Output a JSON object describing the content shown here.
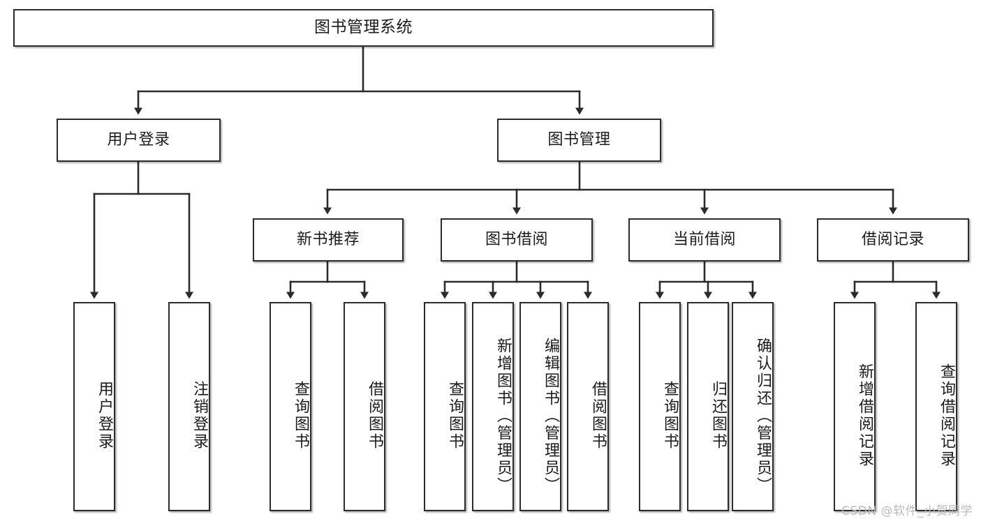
{
  "diagram": {
    "title": "图书管理系统",
    "type": "tree",
    "watermark": "CSDN @软件_小贺同学",
    "edge_color": "#2b2b2b",
    "node_border_color": "#2b2b2b",
    "node_fill_color": "#ffffff",
    "text_color": "#1b1b1b"
  },
  "nodes": {
    "root": {
      "label": "图书管理系统",
      "level": 1,
      "orientation": "horizontal"
    },
    "user_login": {
      "label": "用户登录",
      "level": 2,
      "orientation": "horizontal"
    },
    "book_manage": {
      "label": "图书管理",
      "level": 2,
      "orientation": "horizontal"
    },
    "new_book_rec": {
      "label": "新书推荐",
      "level": 3,
      "orientation": "horizontal"
    },
    "book_borrow": {
      "label": "图书借阅",
      "level": 3,
      "orientation": "horizontal"
    },
    "current_borrow": {
      "label": "当前借阅",
      "level": 3,
      "orientation": "horizontal"
    },
    "borrow_record": {
      "label": "借阅记录",
      "level": 3,
      "orientation": "horizontal"
    },
    "leaf_user_login": {
      "label": "用户登录",
      "level": 4,
      "orientation": "vertical"
    },
    "leaf_logout": {
      "label": "注销登录",
      "level": 4,
      "orientation": "vertical"
    },
    "leaf_query_book_1": {
      "label": "查询图书",
      "level": 4,
      "orientation": "vertical"
    },
    "leaf_borrow_book_1": {
      "label": "借阅图书",
      "level": 4,
      "orientation": "vertical"
    },
    "leaf_query_book_2": {
      "label": "查询图书",
      "level": 4,
      "orientation": "vertical"
    },
    "leaf_add_book": {
      "label": "新增图书（管理员）",
      "level": 4,
      "orientation": "vertical"
    },
    "leaf_edit_book": {
      "label": "编辑图书（管理员）",
      "level": 4,
      "orientation": "vertical"
    },
    "leaf_borrow_book_2": {
      "label": "借阅图书",
      "level": 4,
      "orientation": "vertical"
    },
    "leaf_query_book_3": {
      "label": "查询图书",
      "level": 4,
      "orientation": "vertical"
    },
    "leaf_return_book": {
      "label": "归还图书",
      "level": 4,
      "orientation": "vertical"
    },
    "leaf_confirm_return": {
      "label": "确认归还（管理员）",
      "level": 4,
      "orientation": "vertical"
    },
    "leaf_add_record": {
      "label": "新增借阅记录",
      "level": 4,
      "orientation": "vertical"
    },
    "leaf_query_record": {
      "label": "查询借阅记录",
      "level": 4,
      "orientation": "vertical"
    }
  },
  "edges": [
    {
      "from": "root",
      "to": "user_login"
    },
    {
      "from": "root",
      "to": "book_manage"
    },
    {
      "from": "user_login",
      "to": "leaf_user_login"
    },
    {
      "from": "user_login",
      "to": "leaf_logout"
    },
    {
      "from": "book_manage",
      "to": "new_book_rec"
    },
    {
      "from": "book_manage",
      "to": "book_borrow"
    },
    {
      "from": "book_manage",
      "to": "current_borrow"
    },
    {
      "from": "book_manage",
      "to": "borrow_record"
    },
    {
      "from": "new_book_rec",
      "to": "leaf_query_book_1"
    },
    {
      "from": "new_book_rec",
      "to": "leaf_borrow_book_1"
    },
    {
      "from": "book_borrow",
      "to": "leaf_query_book_2"
    },
    {
      "from": "book_borrow",
      "to": "leaf_add_book"
    },
    {
      "from": "book_borrow",
      "to": "leaf_edit_book"
    },
    {
      "from": "book_borrow",
      "to": "leaf_borrow_book_2"
    },
    {
      "from": "current_borrow",
      "to": "leaf_query_book_3"
    },
    {
      "from": "current_borrow",
      "to": "leaf_return_book"
    },
    {
      "from": "current_borrow",
      "to": "leaf_confirm_return"
    },
    {
      "from": "borrow_record",
      "to": "leaf_add_record"
    },
    {
      "from": "borrow_record",
      "to": "leaf_query_record"
    }
  ]
}
